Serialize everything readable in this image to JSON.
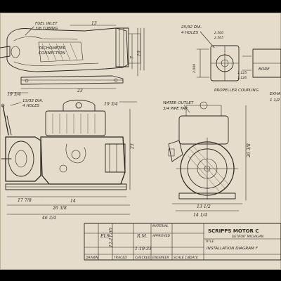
{
  "drawing": {
    "callouts": {
      "fuel_inlet": "FUEL INLET",
      "tubing": "3/8 TUBING",
      "tachometer": "TACHOMETER",
      "connection": "CONNECTION",
      "dia_holes_left_1": "13/32 DIA.",
      "dia_holes_left_2": "4 HOLES",
      "dia_holes_right_1": "25/32 DIA.",
      "dia_holes_right_2": "4 HOLES",
      "propeller_coupling": "PROPELLER COUPLING",
      "water_outlet_1": "WATER OUTLET",
      "water_outlet_2": "3/4 PIPE TAP",
      "bore": "BORE",
      "exhaust_partial": "EXHA",
      "exhaust_sub": "1 1/2"
    },
    "dimensions": {
      "d13": "13",
      "d23": "23",
      "d1934": "19 3/4",
      "d19": "19",
      "d1778": "17 7/8",
      "d4634": "46 3/4",
      "d14": "14",
      "d2638": "26 3/8",
      "d1312": "13 1/2",
      "d1414": "14 1/4",
      "d2000": "2.000",
      "d2500": "2.500",
      "d2505": "2.505",
      "d1125": "1.125",
      "d1126": "1.126",
      "d7": "7"
    },
    "title_block": {
      "company": "SCRIPPS MOTOR C",
      "subtitle": "DETROIT MICHIGAN",
      "drawn_initials": "ELS",
      "drawn_date": "12-11-30",
      "checked_initials": "R.M.",
      "checked_date": "1-19-33",
      "title_partial": "INSTALLATION DIAGRAM F",
      "field_drawn": "DRAWN",
      "field_traced": "TRACED",
      "field_checked": "CHECKED",
      "field_engineer": "ENGINEER",
      "field_scale": "SCALE 1/8",
      "field_date": "DATE",
      "field_material": "MATERIAL",
      "field_title": "TITLE",
      "field_approved": "APPROVED"
    }
  },
  "colors": {
    "paper": "#e6dccb",
    "ink": "#2b2622",
    "background": "#000000"
  }
}
